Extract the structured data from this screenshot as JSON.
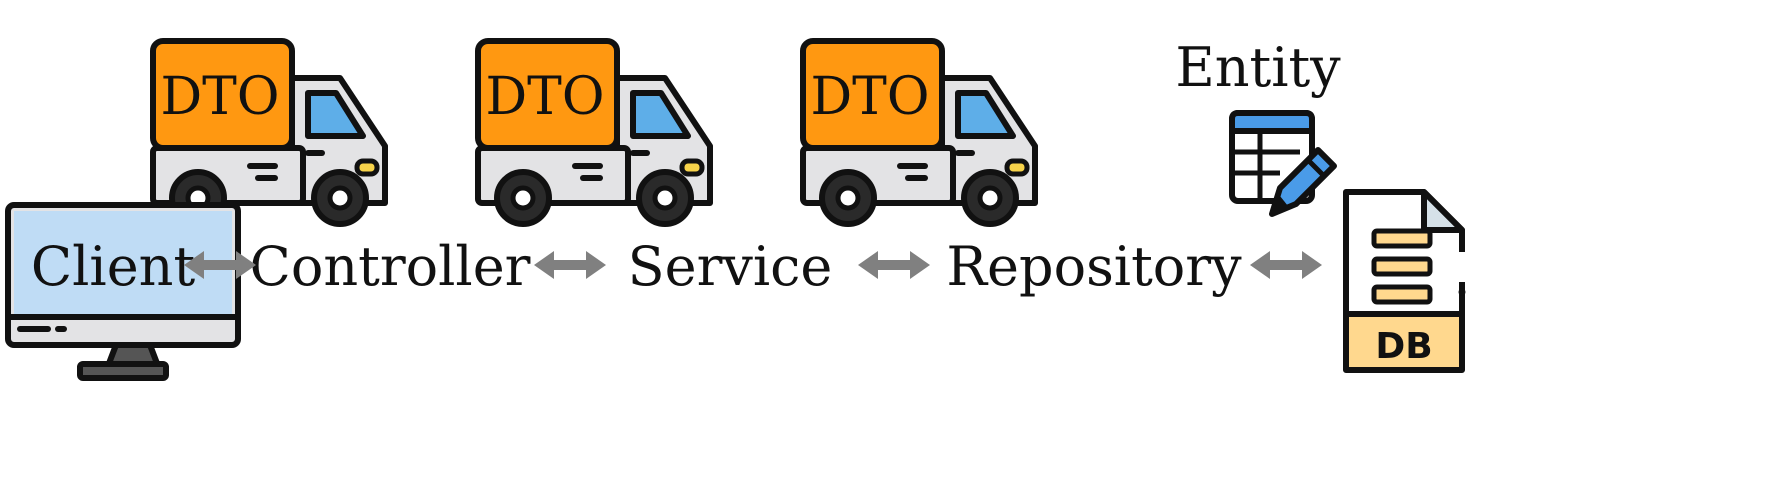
{
  "trucks": [
    {
      "cargo_label": "DTO"
    },
    {
      "cargo_label": "DTO"
    },
    {
      "cargo_label": "DTO"
    }
  ],
  "layers": {
    "client": "Client",
    "controller": "Controller",
    "service": "Service",
    "repository": "Repository"
  },
  "entity_label": "Entity",
  "db_label": "DB",
  "colors": {
    "cargo": "#FF9811",
    "truck_window": "#5EAEE8",
    "truck_body": "#E3E3E5",
    "outline": "#111111",
    "monitor_screen": "#BFDCF5",
    "arrow": "#808080",
    "db_band": "#FFD88E",
    "table_header": "#4A9BE8",
    "doc_fold": "#D6E1E8"
  }
}
